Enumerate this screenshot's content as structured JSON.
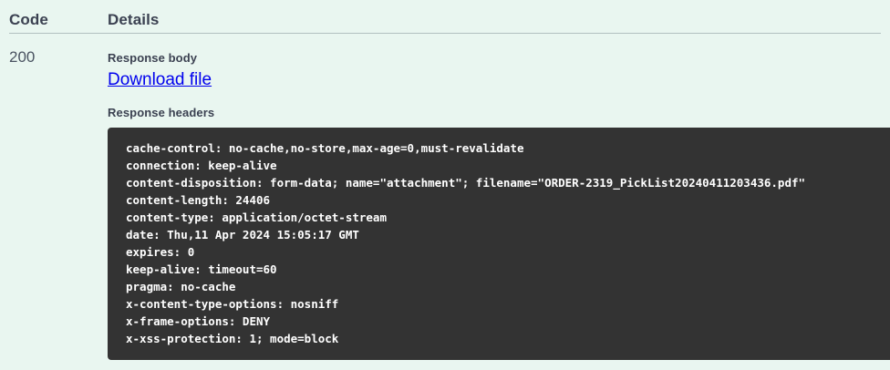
{
  "table": {
    "headers": {
      "code": "Code",
      "details": "Details"
    },
    "row": {
      "status_code": "200",
      "response_body_label": "Response body",
      "download_link": "Download file",
      "response_headers_label": "Response headers",
      "response_headers": [
        "cache-control: no-cache,no-store,max-age=0,must-revalidate",
        "connection: keep-alive",
        "content-disposition: form-data; name=\"attachment\"; filename=\"ORDER-2319_PickList20240411203436.pdf\"",
        "content-length: 24406",
        "content-type: application/octet-stream",
        "date: Thu,11 Apr 2024 15:05:17 GMT",
        "expires: 0",
        "keep-alive: timeout=60",
        "pragma: no-cache",
        "x-content-type-options: nosniff",
        "x-frame-options: DENY",
        "x-xss-protection: 1; mode=block"
      ]
    }
  },
  "colors": {
    "page_background": "#e9f6f0",
    "code_block_background": "#333333",
    "link": "#0000ee",
    "text": "#3b4151"
  }
}
